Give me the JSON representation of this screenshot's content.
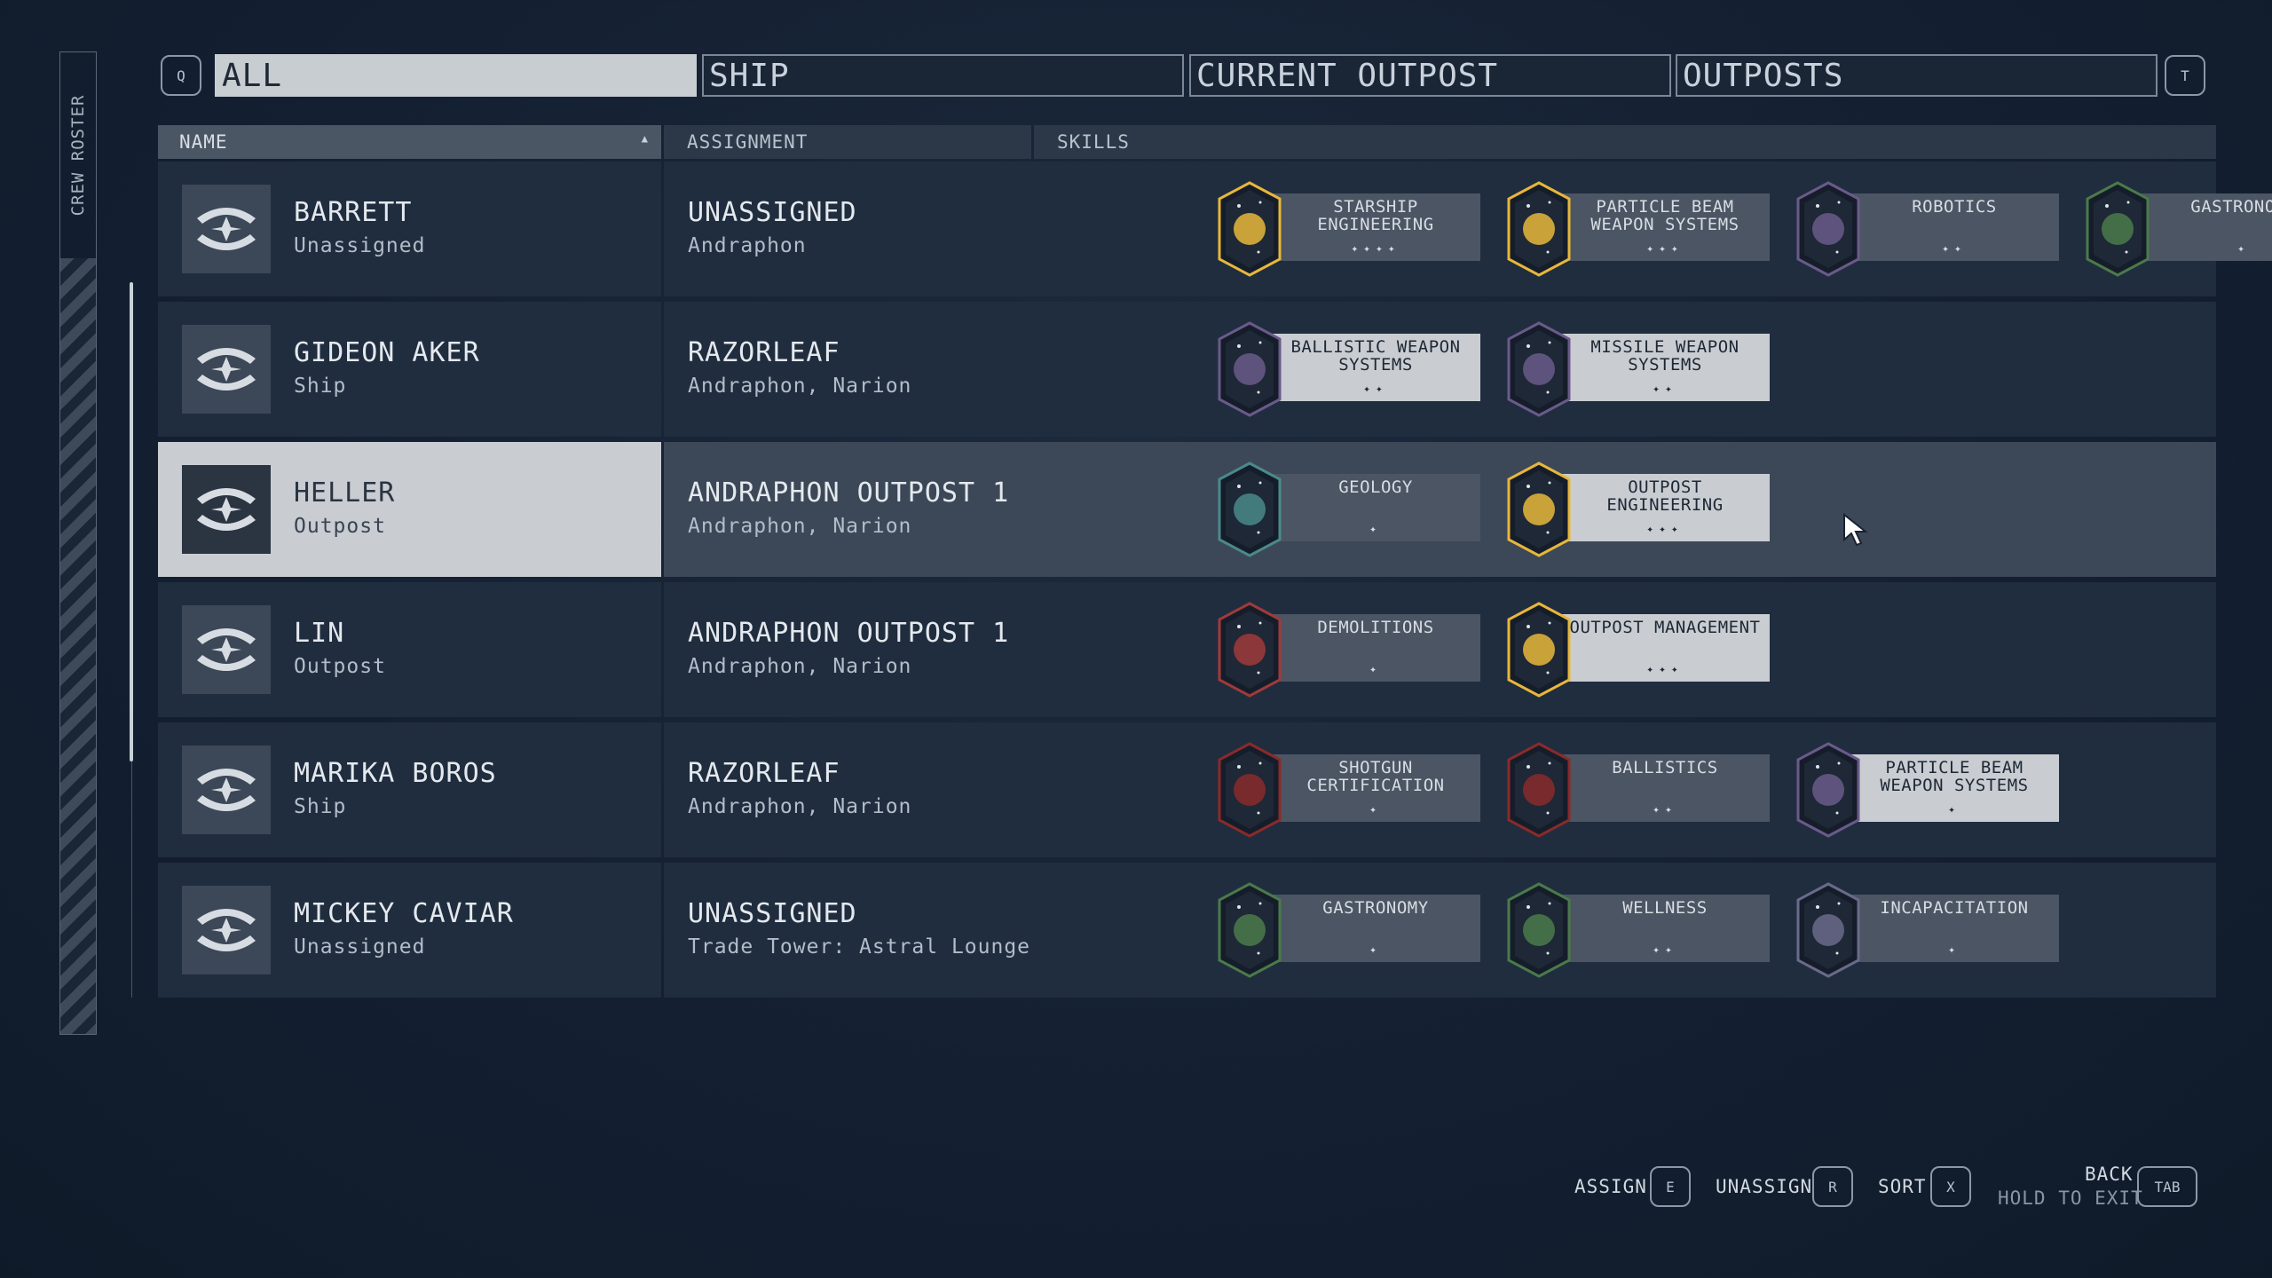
{
  "sidebar": {
    "title": "CREW ROSTER"
  },
  "tabs": {
    "prev_key": "Q",
    "next_key": "T",
    "items": [
      {
        "label": "ALL",
        "active": true
      },
      {
        "label": "SHIP",
        "active": false
      },
      {
        "label": "CURRENT OUTPOST",
        "active": false
      },
      {
        "label": "OUTPOSTS",
        "active": false
      }
    ]
  },
  "columns": {
    "name": "NAME",
    "assignment": "ASSIGNMENT",
    "skills": "SKILLS"
  },
  "crew": [
    {
      "name": "BARRETT",
      "status": "Unassigned",
      "assignment": "UNASSIGNED",
      "location": "Andraphon",
      "skills": [
        {
          "name": "STARSHIP ENGINEERING",
          "rank": 4,
          "badge": "wrench-ship-badge-icon",
          "color": "#e7b73a"
        },
        {
          "name": "PARTICLE BEAM WEAPON SYSTEMS",
          "rank": 3,
          "badge": "beam-weapon-badge-icon",
          "color": "#e7b73a"
        },
        {
          "name": "ROBOTICS",
          "rank": 2,
          "badge": "robot-dog-badge-icon",
          "color": "#6a5a8a"
        },
        {
          "name": "GASTRONOMY",
          "rank": 1,
          "badge": "cooking-pan-badge-icon",
          "color": "#4a7a4a"
        }
      ]
    },
    {
      "name": "GIDEON AKER",
      "status": "Ship",
      "assignment": "RAZORLEAF",
      "location": "Andraphon, Narion",
      "skills": [
        {
          "name": "BALLISTIC WEAPON SYSTEMS",
          "rank": 2,
          "badge": "ballistic-ship-badge-icon",
          "color": "#6a5a8a",
          "highlight": true
        },
        {
          "name": "MISSILE WEAPON SYSTEMS",
          "rank": 2,
          "badge": "missile-badge-icon",
          "color": "#6a5a8a",
          "highlight": true
        }
      ]
    },
    {
      "name": "HELLER",
      "status": "Outpost",
      "assignment": "ANDRAPHON OUTPOST 1",
      "location": "Andraphon, Narion",
      "selected": true,
      "skills": [
        {
          "name": "GEOLOGY",
          "rank": 1,
          "badge": "crystal-badge-icon",
          "color": "#4a8a8a"
        },
        {
          "name": "OUTPOST ENGINEERING",
          "rank": 3,
          "badge": "outpost-planet-badge-icon",
          "color": "#e7b73a",
          "highlight": true
        }
      ]
    },
    {
      "name": "LIN",
      "status": "Outpost",
      "assignment": "ANDRAPHON OUTPOST 1",
      "location": "Andraphon, Narion",
      "skills": [
        {
          "name": "DEMOLITIONS",
          "rank": 1,
          "badge": "grenade-badge-icon",
          "color": "#a03a3a"
        },
        {
          "name": "OUTPOST MANAGEMENT",
          "rank": 3,
          "badge": "outpost-dome-badge-icon",
          "color": "#e7b73a",
          "highlight": true
        }
      ]
    },
    {
      "name": "MARIKA BOROS",
      "status": "Ship",
      "assignment": "RAZORLEAF",
      "location": "Andraphon, Narion",
      "skills": [
        {
          "name": "SHOTGUN CERTIFICATION",
          "rank": 1,
          "badge": "shotgun-badge-icon",
          "color": "#8a2a2a"
        },
        {
          "name": "BALLISTICS",
          "rank": 2,
          "badge": "pistol-badge-icon",
          "color": "#8a2a2a"
        },
        {
          "name": "PARTICLE BEAM WEAPON SYSTEMS",
          "rank": 1,
          "badge": "beam-weapon-badge-icon",
          "color": "#6a5a8a",
          "highlight": true
        }
      ]
    },
    {
      "name": "MICKEY CAVIAR",
      "status": "Unassigned",
      "assignment": "UNASSIGNED",
      "location": "Trade Tower: Astral Lounge",
      "skills": [
        {
          "name": "GASTRONOMY",
          "rank": 1,
          "badge": "cooking-pan-badge-icon",
          "color": "#4a7a4a"
        },
        {
          "name": "WELLNESS",
          "rank": 2,
          "badge": "heart-badge-icon",
          "color": "#4a7a4a"
        },
        {
          "name": "INCAPACITATION",
          "rank": 1,
          "badge": "sparkle-badge-icon",
          "color": "#6a6a8a"
        }
      ]
    }
  ],
  "prompts": {
    "assign_label": "ASSIGN",
    "assign_key": "E",
    "unassign_label": "UNASSIGN",
    "unassign_key": "R",
    "sort_label": "SORT",
    "sort_key": "X",
    "back_label": "BACK",
    "hold_label": "HOLD TO EXIT",
    "back_key": "TAB"
  }
}
